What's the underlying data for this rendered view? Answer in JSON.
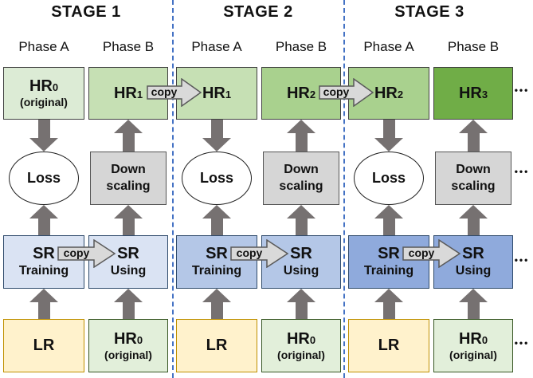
{
  "colors": {
    "arrow_gray": "#767171",
    "separator_blue": "#4472C4",
    "copy_fill": "#D9D9D9",
    "copy_stroke": "#595959",
    "downscaling_gray": "#D6D6D6",
    "hr0_green": "#DCEBD5",
    "hr1_green": "#C6E0B4",
    "hr2_green": "#A9D18E",
    "hr3_green": "#70AD47",
    "sr_blue_stage1": "#DAE3F3",
    "sr_blue_stage2": "#B4C7E7",
    "sr_blue_stage3": "#8FAADC",
    "lr_yellow": "#FFF2CC",
    "hr0_bottom_green": "#E2EFDA"
  },
  "stages": [
    {
      "title": "STAGE 1",
      "phase_a_label": "Phase A",
      "phase_b_label": "Phase B",
      "hr_a": {
        "main": "HR",
        "sub": "0",
        "note": "(original)",
        "fill": "#DCEBD5"
      },
      "hr_b": {
        "main": "HR",
        "sub": "1",
        "fill": "#C6E0B4"
      },
      "loss_label": "Loss",
      "downscaling_label": "Down scaling",
      "sr_a": {
        "line1": "SR",
        "line2": "Training"
      },
      "sr_b": {
        "line1": "SR",
        "line2": "Using"
      },
      "sr_fill": "#DAE3F3",
      "copy_label": "copy",
      "lr_label": "LR",
      "hr0_bottom": {
        "main": "HR",
        "sub": "0",
        "note": "(original)",
        "fill": "#E2EFDA"
      }
    },
    {
      "title": "STAGE 2",
      "phase_a_label": "Phase A",
      "phase_b_label": "Phase B",
      "hr_a": {
        "main": "HR",
        "sub": "1",
        "fill": "#C6E0B4"
      },
      "hr_b": {
        "main": "HR",
        "sub": "2",
        "fill": "#A9D18E"
      },
      "loss_label": "Loss",
      "downscaling_label": "Down scaling",
      "sr_a": {
        "line1": "SR",
        "line2": "Training"
      },
      "sr_b": {
        "line1": "SR",
        "line2": "Using"
      },
      "sr_fill": "#B4C7E7",
      "copy_label": "copy",
      "lr_label": "LR",
      "hr0_bottom": {
        "main": "HR",
        "sub": "0",
        "note": "(original)",
        "fill": "#E2EFDA"
      }
    },
    {
      "title": "STAGE 3",
      "phase_a_label": "Phase A",
      "phase_b_label": "Phase B",
      "hr_a": {
        "main": "HR",
        "sub": "2",
        "fill": "#A9D18E"
      },
      "hr_b": {
        "main": "HR",
        "sub": "3",
        "fill": "#70AD47"
      },
      "loss_label": "Loss",
      "downscaling_label": "Down scaling",
      "sr_a": {
        "line1": "SR",
        "line2": "Training"
      },
      "sr_b": {
        "line1": "SR",
        "line2": "Using"
      },
      "sr_fill": "#8FAADC",
      "copy_label": "copy",
      "lr_label": "LR",
      "hr0_bottom": {
        "main": "HR",
        "sub": "0",
        "note": "(original)",
        "fill": "#E2EFDA"
      }
    }
  ],
  "inter_stage_copy_labels": [
    "copy",
    "copy"
  ],
  "ellipsis_marks": {
    "hr_row": "•••",
    "downscaling_row": "•••",
    "sr_row": "•••",
    "input_row": "•••"
  }
}
